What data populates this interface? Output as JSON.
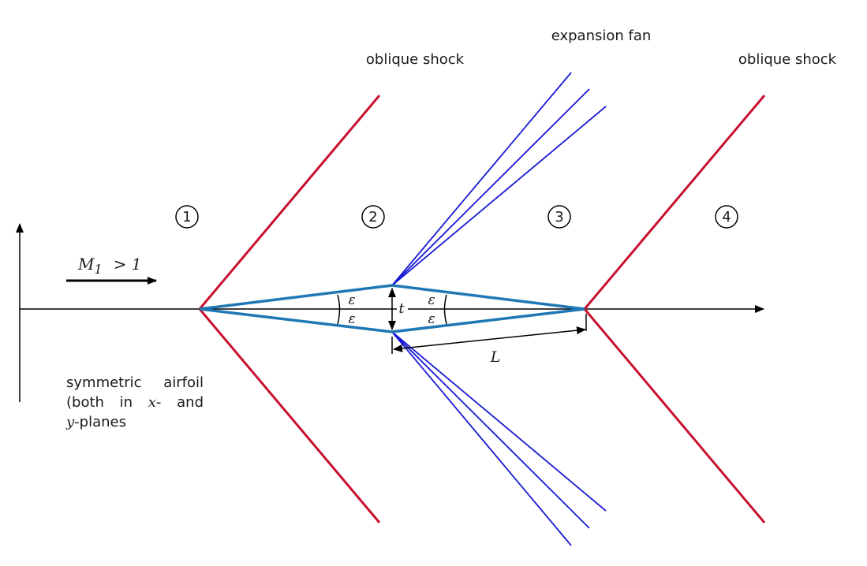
{
  "labels": {
    "expansion_fan": "expansion fan",
    "oblique_shock_left": "oblique shock",
    "oblique_shock_right": "oblique shock"
  },
  "regions": [
    "1",
    "2",
    "3",
    "4"
  ],
  "mach": {
    "symbol": "M",
    "subscript": "1",
    "relation": "> 1"
  },
  "angle_symbol": "ε",
  "thickness_symbol": "t",
  "length_symbol": "L",
  "note": {
    "line1": "symmetric airfoil",
    "line2_a": "(both in ",
    "line2_var": "x",
    "line2_b": "- and",
    "line3_var": "y",
    "line3_b": "-planes"
  },
  "colors": {
    "shock": "#c8102e",
    "airfoil": "#1f77b4",
    "expansion": "#1a1ad4",
    "axis": "#000000"
  }
}
